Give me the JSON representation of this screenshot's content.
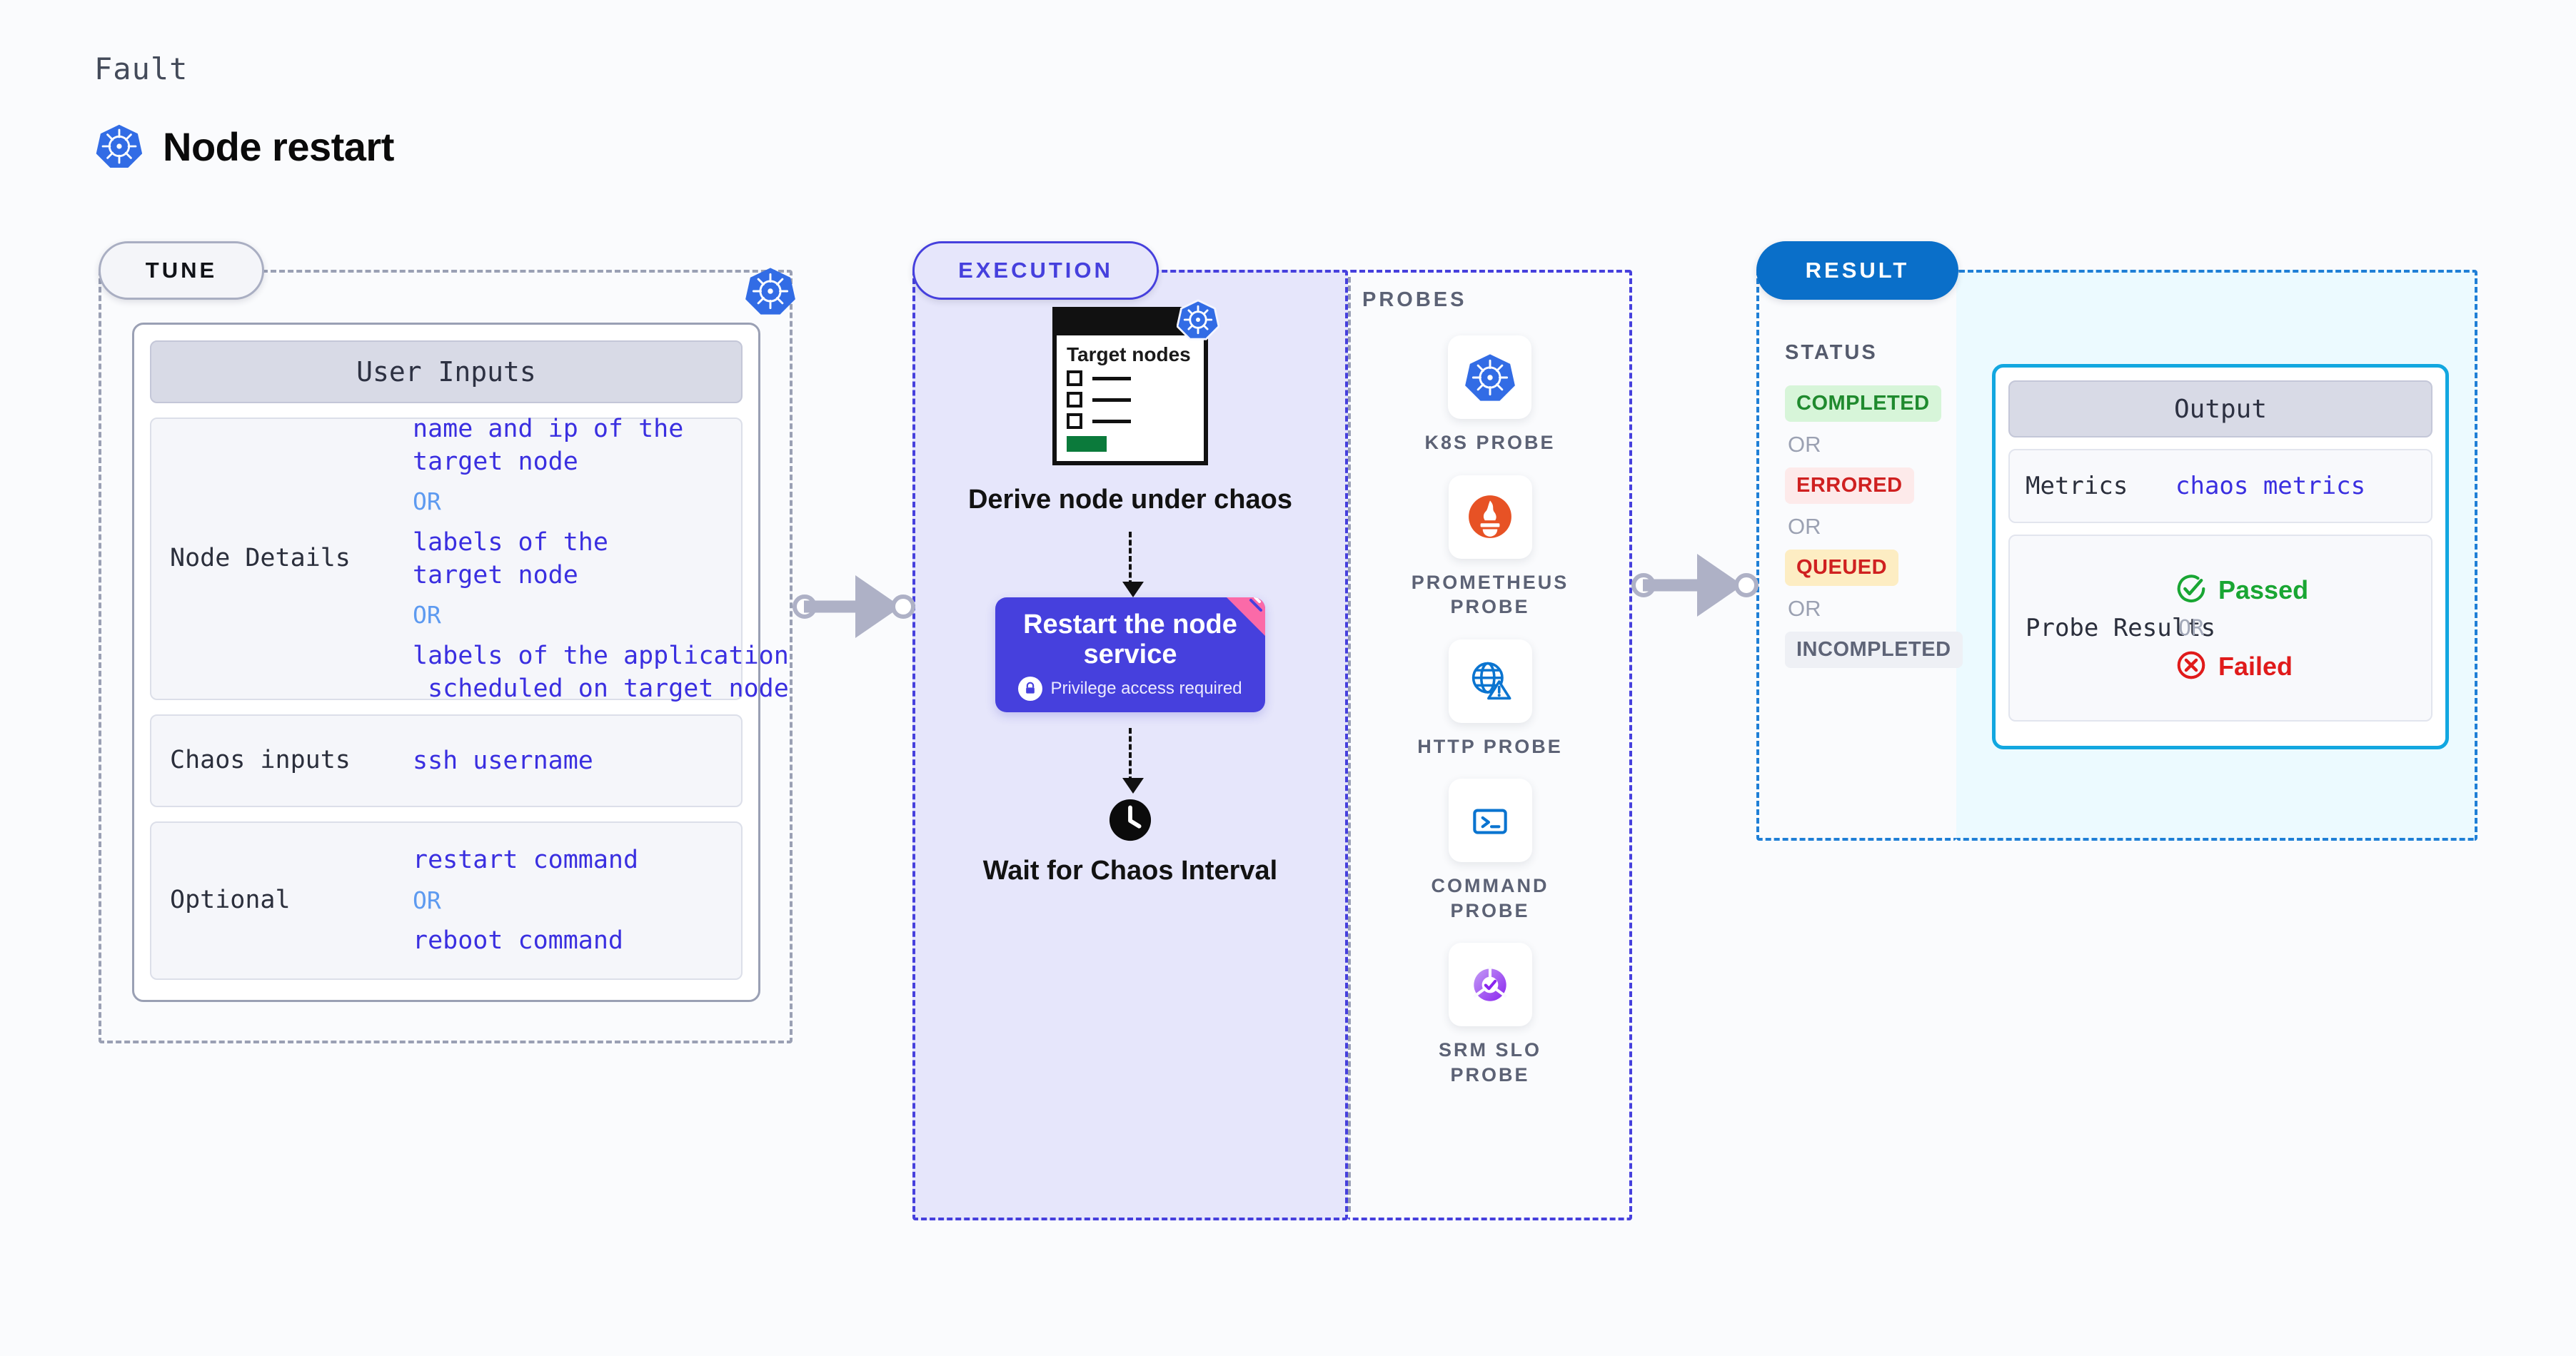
{
  "header": {
    "kind_label": "Fault",
    "title": "Node restart",
    "icon": "kubernetes-icon"
  },
  "stages": {
    "tune": {
      "badge": "TUNE",
      "corner_icon": "kubernetes-icon"
    },
    "execution": {
      "badge": "EXECUTION"
    },
    "result": {
      "badge": "RESULT"
    }
  },
  "tune": {
    "card_title": "User Inputs",
    "rows": [
      {
        "key": "Node Details",
        "values": [
          {
            "type": "value",
            "text": "name and ip of the\ntarget node"
          },
          {
            "type": "or",
            "text": "OR"
          },
          {
            "type": "value",
            "text": "labels of the\ntarget node"
          },
          {
            "type": "or",
            "text": "OR"
          },
          {
            "type": "value",
            "text": "labels of the application\n scheduled on target node"
          }
        ]
      },
      {
        "key": "Chaos inputs",
        "values": [
          {
            "type": "value",
            "text": "ssh username"
          }
        ]
      },
      {
        "key": "Optional",
        "values": [
          {
            "type": "value",
            "text": "restart command"
          },
          {
            "type": "or",
            "text": "OR"
          },
          {
            "type": "value",
            "text": "reboot command"
          }
        ]
      }
    ]
  },
  "execution": {
    "target_card": {
      "title": "Target nodes",
      "icon": "kubernetes-icon",
      "checkbox_rows": 3
    },
    "derive_caption": "Derive node under chaos",
    "restart_step": {
      "title": "Restart the node service",
      "privilege_note": "Privilege access required",
      "privilege_icon": "lock-icon",
      "corner_icon": "fold-corner-decoration"
    },
    "wait_step": {
      "icon": "clock-icon",
      "caption": "Wait for Chaos Interval"
    }
  },
  "probes": {
    "title": "PROBES",
    "items": [
      {
        "label": "K8S PROBE",
        "icon": "kubernetes-icon"
      },
      {
        "label": "PROMETHEUS PROBE",
        "icon": "prometheus-icon"
      },
      {
        "label": "HTTP PROBE",
        "icon": "http-globe-warning-icon"
      },
      {
        "label": "COMMAND PROBE",
        "icon": "terminal-icon"
      },
      {
        "label": "SRM SLO PROBE",
        "icon": "srm-slo-icon"
      }
    ]
  },
  "result": {
    "status_title": "STATUS",
    "statuses": [
      {
        "type": "chip",
        "label": "COMPLETED",
        "bg": "#d7f5d9",
        "fg": "#1f8a2e"
      },
      {
        "type": "or",
        "label": "OR"
      },
      {
        "type": "chip",
        "label": "ERRORED",
        "bg": "#fdeaea",
        "fg": "#cf2020"
      },
      {
        "type": "or",
        "label": "OR"
      },
      {
        "type": "chip",
        "label": "QUEUED",
        "bg": "#fdedc3",
        "fg": "#cf2020"
      },
      {
        "type": "or",
        "label": "OR"
      },
      {
        "type": "chip",
        "label": "INCOMPLETED",
        "bg": "#eef0f5",
        "fg": "#5e6477"
      }
    ],
    "output": {
      "card_title": "Output",
      "metrics_key": "Metrics",
      "metrics_value": "chaos metrics",
      "probe_results_key": "Probe Results",
      "passed_label": "Passed",
      "passed_icon": "check-circle-icon",
      "or_label": "OR",
      "failed_label": "Failed",
      "failed_icon": "x-circle-icon"
    }
  },
  "colors": {
    "tune_accent": "#9aa0b4",
    "execution_accent": "#4640dd",
    "result_accent": "#1f7fd6",
    "output_accent": "#12a7e0",
    "value_text": "#3a2fe0",
    "or_text": "#5d9af0",
    "kubernetes_blue": "#326ce5"
  }
}
